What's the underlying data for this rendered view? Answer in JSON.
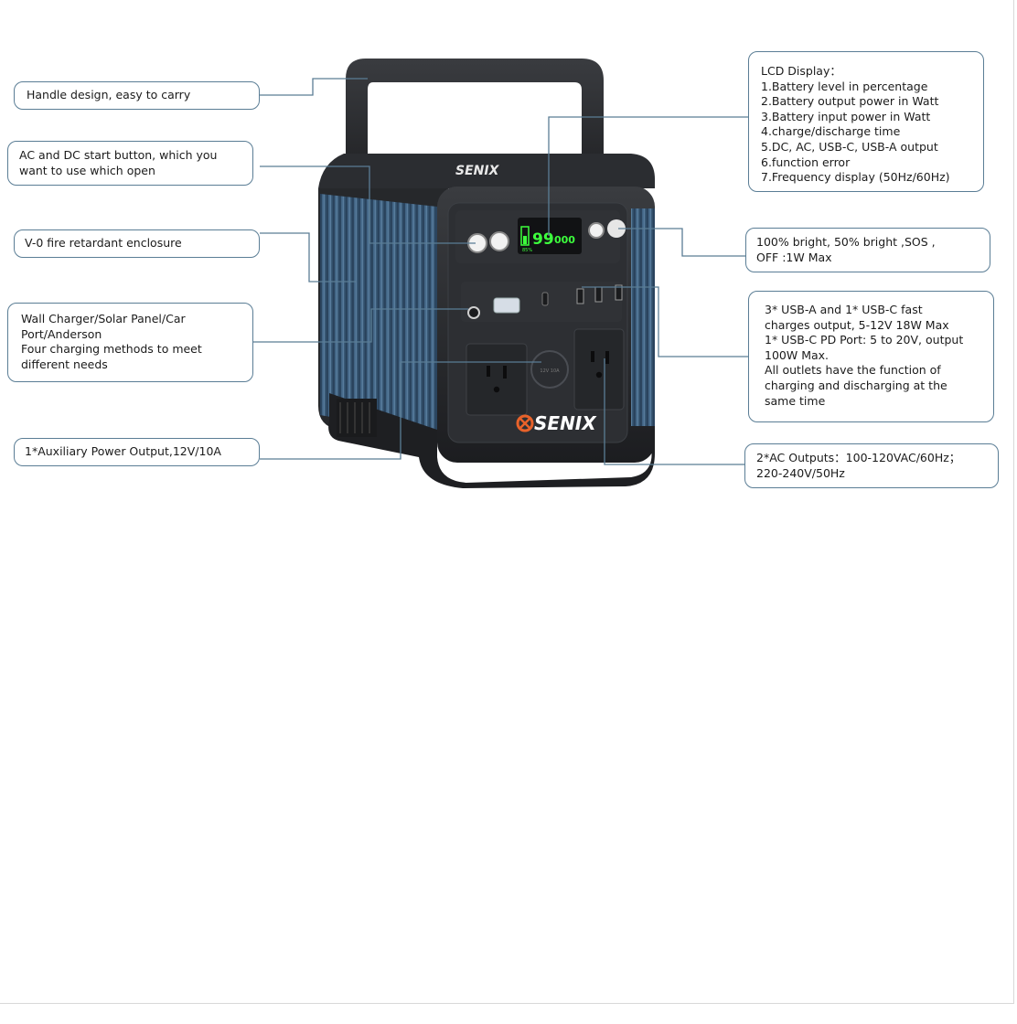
{
  "product": {
    "brand": "SENIX",
    "display": {
      "battery_value": "99",
      "right_value": "000",
      "percent": "85%"
    },
    "socket_cap_label": "12V 10A"
  },
  "callouts": {
    "handle": {
      "text": "Handle design, easy to carry"
    },
    "ac_dc_button": {
      "lines": [
        "AC and DC start button, which you",
        "want to use which open"
      ]
    },
    "enclosure": {
      "text": "V-0 fire retardant enclosure"
    },
    "charging": {
      "lines": [
        "Wall Charger/Solar Panel/Car",
        "Port/Anderson",
        "Four charging methods to meet",
        "different needs"
      ]
    },
    "auxiliary": {
      "text": "1*Auxiliary Power Output,12V/10A"
    },
    "lcd": {
      "lines": [
        "LCD Display：",
        "1.Battery level in percentage",
        "2.Battery output power in Watt",
        "3.Battery input power in Watt",
        "4.charge/discharge time",
        "5.DC, AC, USB-C, USB-A output",
        "6.function error",
        "7.Frequency display (50Hz/60Hz)"
      ]
    },
    "light": {
      "lines": [
        "100% bright, 50% bright ,SOS ,",
        "OFF  :1W Max"
      ]
    },
    "usb": {
      "lines": [
        "3* USB-A and 1* USB-C fast",
        "charges output, 5-12V 18W Max",
        "1* USB-C PD Port: 5 to 20V, output",
        "100W Max.",
        "All outlets have the function of",
        "charging and discharging at the",
        "same time"
      ]
    },
    "ac_outputs": {
      "lines": [
        "2*AC Outputs：100-120VAC/60Hz；",
        "220-240V/50Hz"
      ]
    }
  },
  "colors": {
    "leader": "#5a7d95",
    "box_border": "#5a7d95",
    "body_dark": "#2a2c2f",
    "side_blue": "#3f5f7d",
    "lcd_green": "#3dff3d",
    "brand_orange": "#e8622a"
  }
}
